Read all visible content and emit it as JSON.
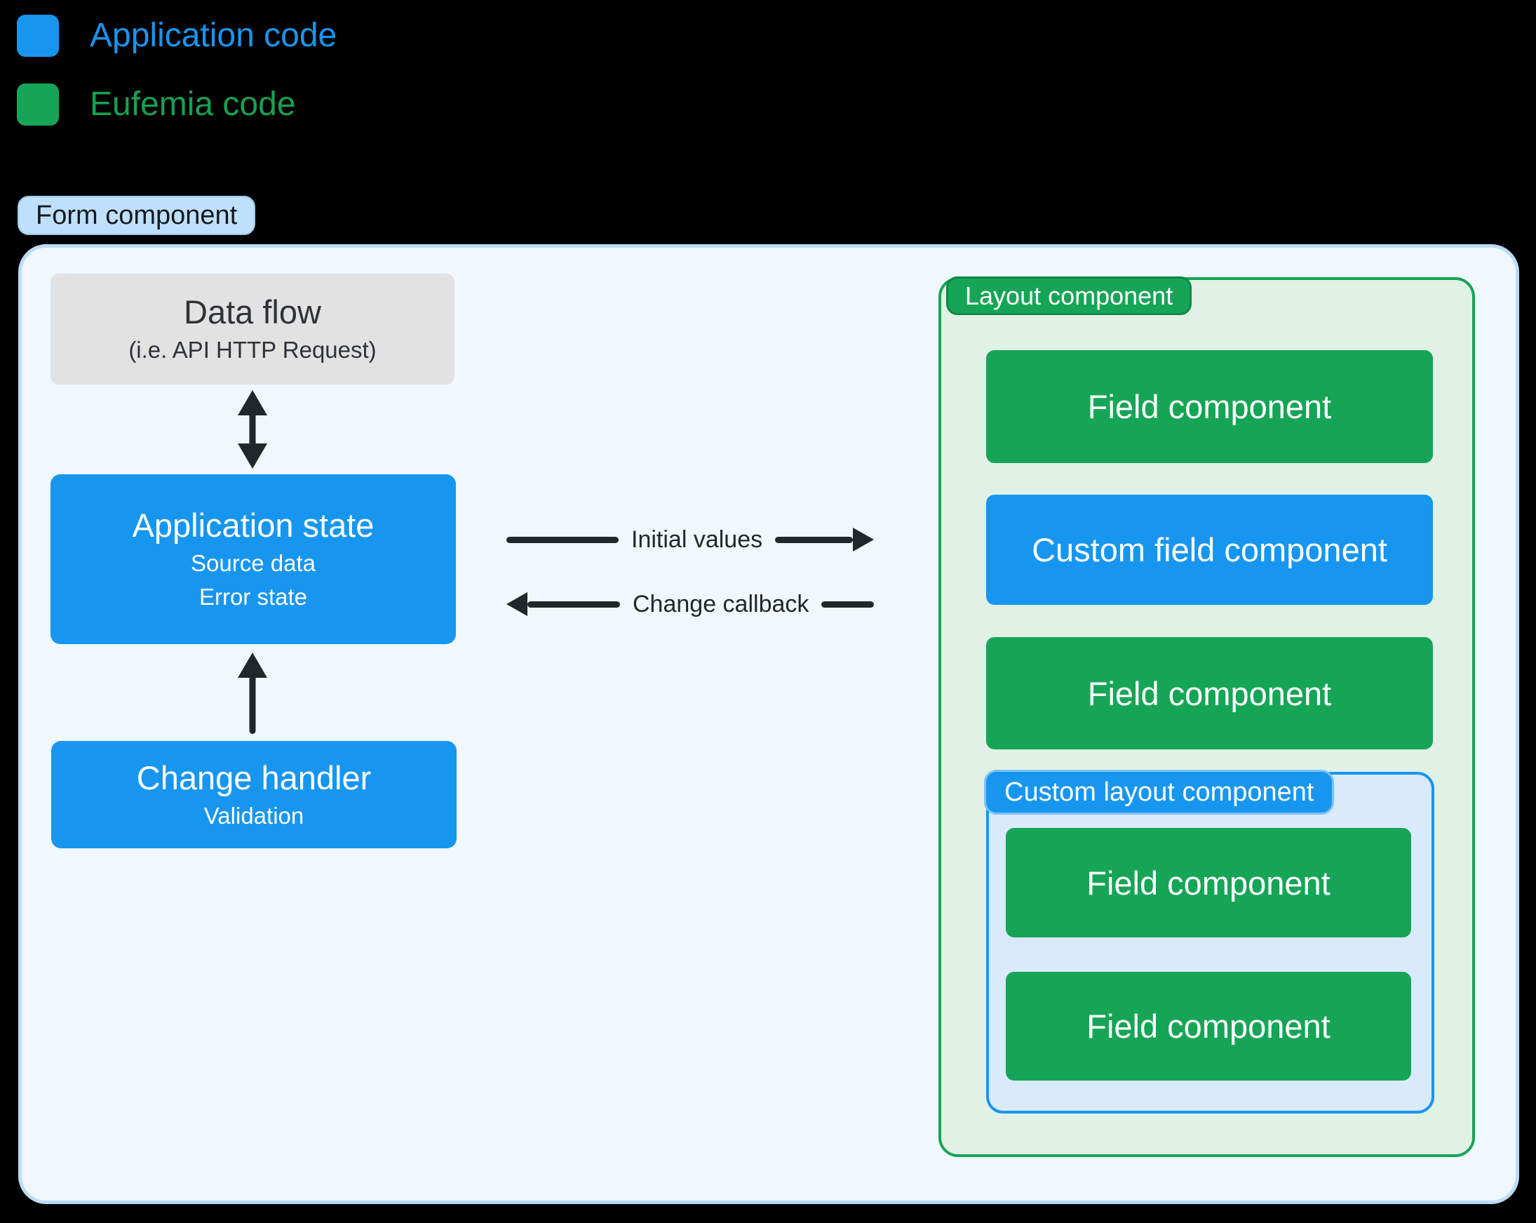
{
  "legend": {
    "items": [
      {
        "label": "Application code",
        "color": "#1796F0"
      },
      {
        "label": "Eufemia code",
        "color": "#16A152"
      }
    ]
  },
  "form_component": {
    "badge": "Form component"
  },
  "data_flow": {
    "title": "Data flow",
    "subtitle": "(i.e. API HTTP Request)"
  },
  "application_state": {
    "title": "Application state",
    "lines": [
      "Source data",
      "Error state"
    ]
  },
  "change_handler": {
    "title": "Change handler",
    "lines": [
      "Validation"
    ]
  },
  "exchange": {
    "initial_values": "Initial values",
    "change_callback": "Change callback"
  },
  "layout_component": {
    "badge": "Layout component",
    "items": [
      {
        "label": "Field component",
        "kind": "eufemia"
      },
      {
        "label": "Custom field component",
        "kind": "application"
      },
      {
        "label": "Field component",
        "kind": "eufemia"
      }
    ],
    "custom_layout": {
      "badge": "Custom layout component",
      "items": [
        {
          "label": "Field component",
          "kind": "eufemia"
        },
        {
          "label": "Field component",
          "kind": "eufemia"
        }
      ]
    }
  },
  "colors": {
    "page-bg": "#000000",
    "blue": "#1796F0",
    "blue-chip-border": "#7FC0F5",
    "green": "#16A556",
    "green-text": "#16A152",
    "green-border": "#17A458",
    "green-dark": "#0C8A45",
    "green-bg": "#E0F1E6",
    "custom-bg": "#D9EAFB",
    "outer-bg": "#F0F7FD",
    "outer-border": "#BCDCF6",
    "chip-bg": "#BFE0FB",
    "chip-border": "#9FC8EA",
    "gray-bg": "#E3E2E2",
    "gray-ink": "#2E3338",
    "ink": "#22272B"
  }
}
